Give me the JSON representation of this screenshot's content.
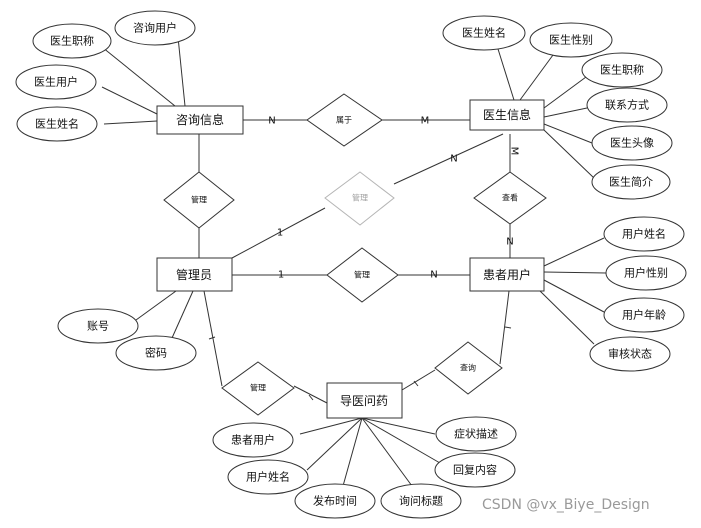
{
  "entities": {
    "consult_info": "咨询信息",
    "doctor_info": "医生信息",
    "admin": "管理员",
    "patient_user": "患者用户",
    "guide": "导医问药"
  },
  "relationships": {
    "belongs": "属于",
    "manage_left": "管理",
    "manage_diag": "管理",
    "view_doctor": "查看",
    "manage_mid": "管理",
    "manage_bottom": "管理",
    "query": "查询"
  },
  "attributes": {
    "consult_title": "医生职称",
    "consult_user": "咨询用户",
    "consult_doctor_user": "医生用户",
    "consult_doctor_name": "医生姓名",
    "doc_name": "医生姓名",
    "doc_gender": "医生性别",
    "doc_title": "医生职称",
    "doc_contact": "联系方式",
    "doc_avatar": "医生头像",
    "doc_intro": "医生简介",
    "user_name": "用户姓名",
    "user_gender": "用户性别",
    "user_age": "用户年龄",
    "review_status": "审核状态",
    "account": "账号",
    "password": "密码",
    "guide_patient": "患者用户",
    "guide_username": "用户姓名",
    "guide_time": "发布时间",
    "guide_title": "询问标题",
    "guide_reply": "回复内容",
    "guide_symptom": "症状描述"
  },
  "cardinality": {
    "consult_belongs": "N",
    "belongs_doctor": "M",
    "doctor_view": "M",
    "view_patient": "N",
    "diag_doctor": "N",
    "diag_admin": "1",
    "admin_mid": "1",
    "mid_patient": "N"
  },
  "watermark": "CSDN @vx_Biye_Design"
}
